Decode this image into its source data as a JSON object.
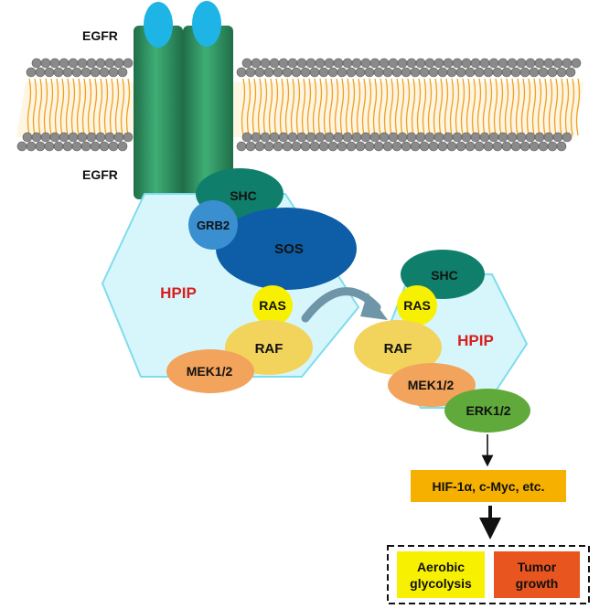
{
  "receptor": {
    "label_top": "EGFR",
    "label_bottom": "EGFR"
  },
  "left_complex": {
    "scaffold_label": "HPIP",
    "proteins": {
      "shc": "SHC",
      "grb2": "GRB2",
      "sos": "SOS",
      "ras": "RAS",
      "raf": "RAF",
      "mek": "MEK1/2"
    }
  },
  "right_complex": {
    "scaffold_label": "HPIP",
    "proteins": {
      "shc": "SHC",
      "ras": "RAS",
      "raf": "RAF",
      "mek": "MEK1/2",
      "erk": "ERK1/2"
    }
  },
  "downstream": {
    "transcription_factors": "HIF-1α, c-Myc, etc.",
    "outcome_1_line1": "Aerobic",
    "outcome_1_line2": "glycolysis",
    "outcome_2_line1": "Tumor",
    "outcome_2_line2": "growth"
  },
  "colors": {
    "lipid_head": "#8a8a8a",
    "lipid_tail": "#f0a020",
    "egfr": "#2e8b57",
    "ligand": "#1eb4e6",
    "hpip": "#d6f6fb",
    "hpip_text": "#d62020",
    "shc": "#0f7f6c",
    "grb2": "#3a8fd0",
    "sos": "#0d5ea6",
    "ras": "#f7f000",
    "raf": "#f2d35c",
    "mek": "#f2a35c",
    "erk": "#5faa3a",
    "tf_box": "#f5b000",
    "glycolysis_box": "#f7f000",
    "tumor_box": "#e8551f"
  }
}
